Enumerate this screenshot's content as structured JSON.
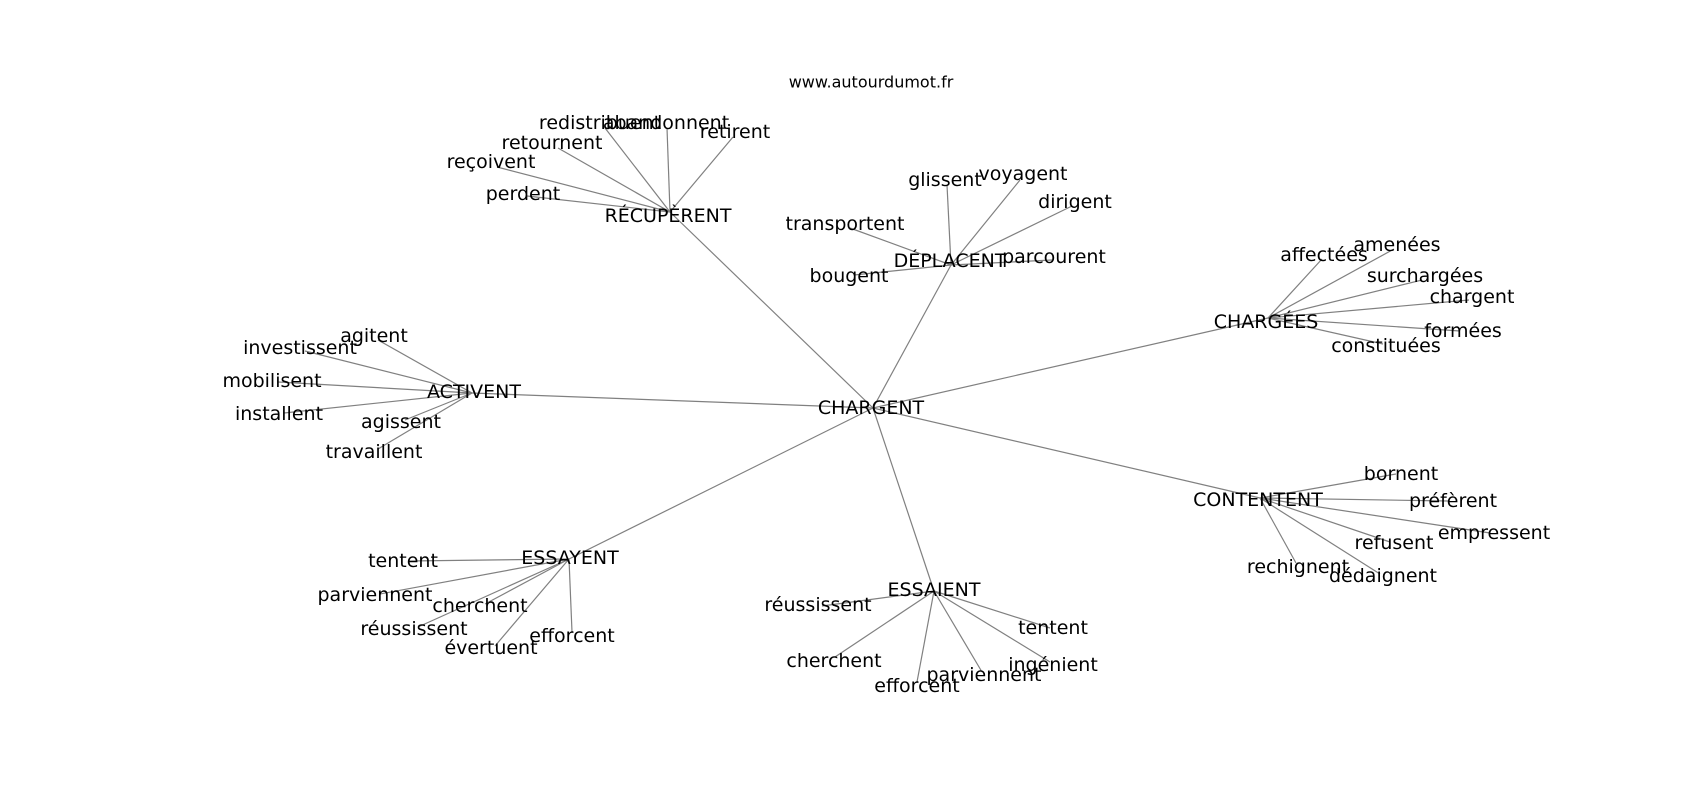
{
  "site": "www.autourdumot.fr",
  "center": "CHARGENT",
  "hubs": [
    {
      "word": "RÉCUPÈRENT",
      "leaves": [
        "redistribuent",
        "abandonnent",
        "retirent",
        "retournent",
        "reçoivent",
        "perdent"
      ]
    },
    {
      "word": "DÉPLACENT",
      "leaves": [
        "glissent",
        "voyagent",
        "dirigent",
        "transportent",
        "parcourent",
        "bougent"
      ]
    },
    {
      "word": "CHARGÉES",
      "leaves": [
        "affectées",
        "amenées",
        "surchargées",
        "chargent",
        "formées",
        "constituées"
      ]
    },
    {
      "word": "ACTIVENT",
      "leaves": [
        "agitent",
        "investissent",
        "mobilisent",
        "installent",
        "agissent",
        "travaillent"
      ]
    },
    {
      "word": "CONTENTENT",
      "leaves": [
        "bornent",
        "préfèrent",
        "empressent",
        "refusent",
        "rechignent",
        "dédaignent"
      ]
    },
    {
      "word": "ESSAYENT",
      "leaves": [
        "tentent",
        "parviennent",
        "cherchent",
        "réussissent",
        "évertuent",
        "efforcent"
      ]
    },
    {
      "word": "ESSAIENT",
      "leaves": [
        "réussissent",
        "tentent",
        "ingénient",
        "parviennent",
        "cherchent",
        "efforcent"
      ]
    }
  ]
}
